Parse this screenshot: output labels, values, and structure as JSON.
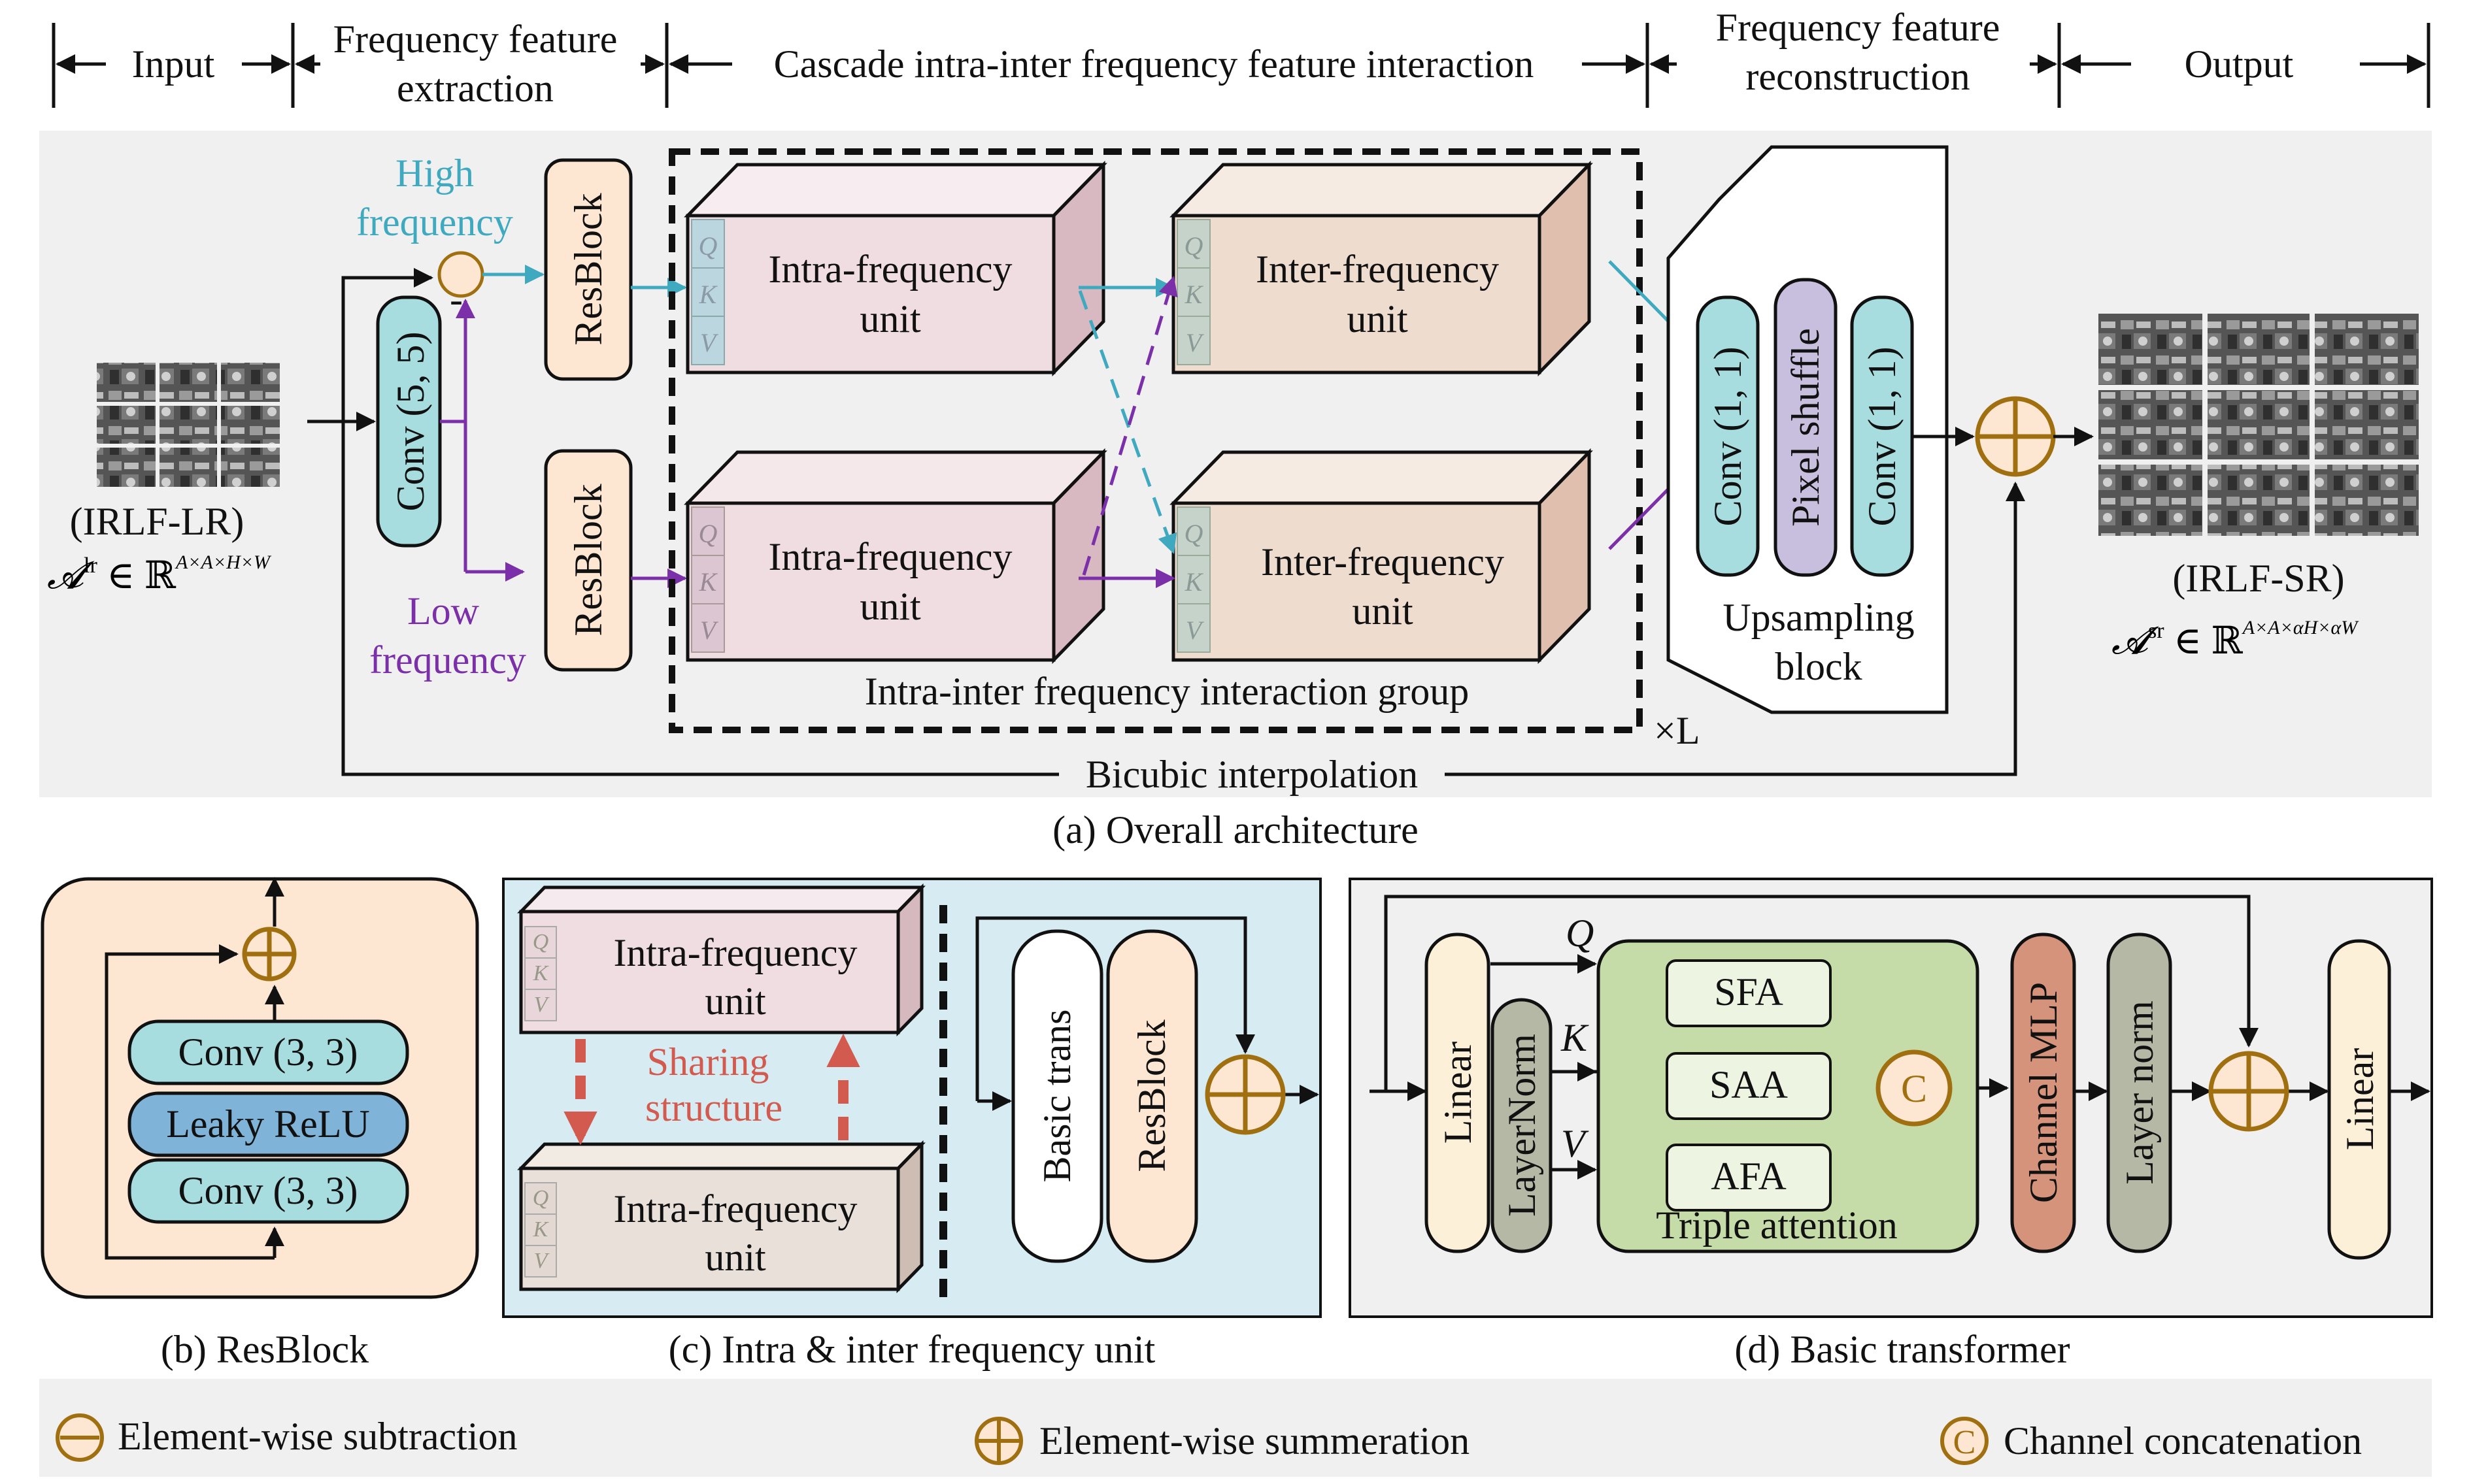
{
  "colors": {
    "page_bg": "#ffffff",
    "panel_gray": "#f0f0f0",
    "high_freq": "#3fa9c0",
    "low_freq": "#7b2fa8",
    "resblock_fill": "#fde6d2",
    "conv_fill": "#a8dde0",
    "leaky_fill": "#7fb3d8",
    "intra_fill": "#efdde2",
    "inter_fill": "#eedccf",
    "panel_c_bg": "#d7ebf2",
    "triple_fill": "#c6dca8",
    "pixel_shuffle_fill": "#c8bedd",
    "channel_mlp_fill": "#d4937a",
    "layernorm_fill": "#b6b8a6",
    "linear_fill": "#fdf0d8",
    "op_circle_fill": "#fde6d2",
    "op_circle_stroke": "#a07010",
    "sharing_arrow": "#d25a4e"
  },
  "stages": {
    "input": "Input",
    "extraction_l1": "Frequency feature",
    "extraction_l2": "extraction",
    "interaction": "Cascade intra-inter frequency feature interaction",
    "reconstruction_l1": "Frequency feature",
    "reconstruction_l2": "reconstruction",
    "output": "Output"
  },
  "panel_a": {
    "caption": "(a) Overall architecture",
    "input_label": "(IRLF-LR)",
    "input_math_symbol": "𝓐",
    "input_math_sup": "lr",
    "input_math_rest": " ∈ ℝ",
    "input_math_dims": "A×A×H×W",
    "output_label": "(IRLF-SR)",
    "output_math_symbol": "𝓐",
    "output_math_sup": "sr",
    "output_math_rest": " ∈ ℝ",
    "output_math_dims": "A×A×αH×αW",
    "conv55": "Conv (5, 5)",
    "high_l1": "High",
    "high_l2": "frequency",
    "low_l1": "Low",
    "low_l2": "frequency",
    "resblock": "ResBlock",
    "intra_l1": "Intra-frequency",
    "intra_l2": "unit",
    "inter_l1": "Inter-frequency",
    "inter_l2": "unit",
    "q": "Q",
    "k": "K",
    "v": "V",
    "minus": "-",
    "group_label": "Intra-inter frequency interaction group",
    "times_l": "×L",
    "conv11": "Conv (1, 1)",
    "pixel_shuffle": "Pixel shuffle",
    "upsampling_l1": "Upsampling",
    "upsampling_l2": "block",
    "bicubic": "Bicubic interpolation"
  },
  "panel_b": {
    "caption": "(b) ResBlock",
    "conv33_top": "Conv (3, 3)",
    "leaky": "Leaky ReLU",
    "conv33_bottom": "Conv (3, 3)"
  },
  "panel_c": {
    "caption": "(c) Intra & inter frequency unit",
    "intra_l1": "Intra-frequency",
    "intra_l2": "unit",
    "sharing_l1": "Sharing",
    "sharing_l2": "structure",
    "basic_trans": "Basic trans",
    "resblock": "ResBlock"
  },
  "panel_d": {
    "caption": "(d) Basic transformer",
    "linear": "Linear",
    "layernorm": "LayerNorm",
    "q": "Q",
    "k": "K",
    "v": "V",
    "sfa": "SFA",
    "saa": "SAA",
    "afa": "AFA",
    "concat_symbol": "C",
    "triple": "Triple attention",
    "channel_mlp": "Channel MLP",
    "layer_norm": "Layer norm",
    "linear_out": "Linear"
  },
  "legend": {
    "subtraction": "Element-wise subtraction",
    "summation": "Element-wise summeration",
    "concatenation": "Channel concatenation",
    "concat_symbol": "C"
  }
}
